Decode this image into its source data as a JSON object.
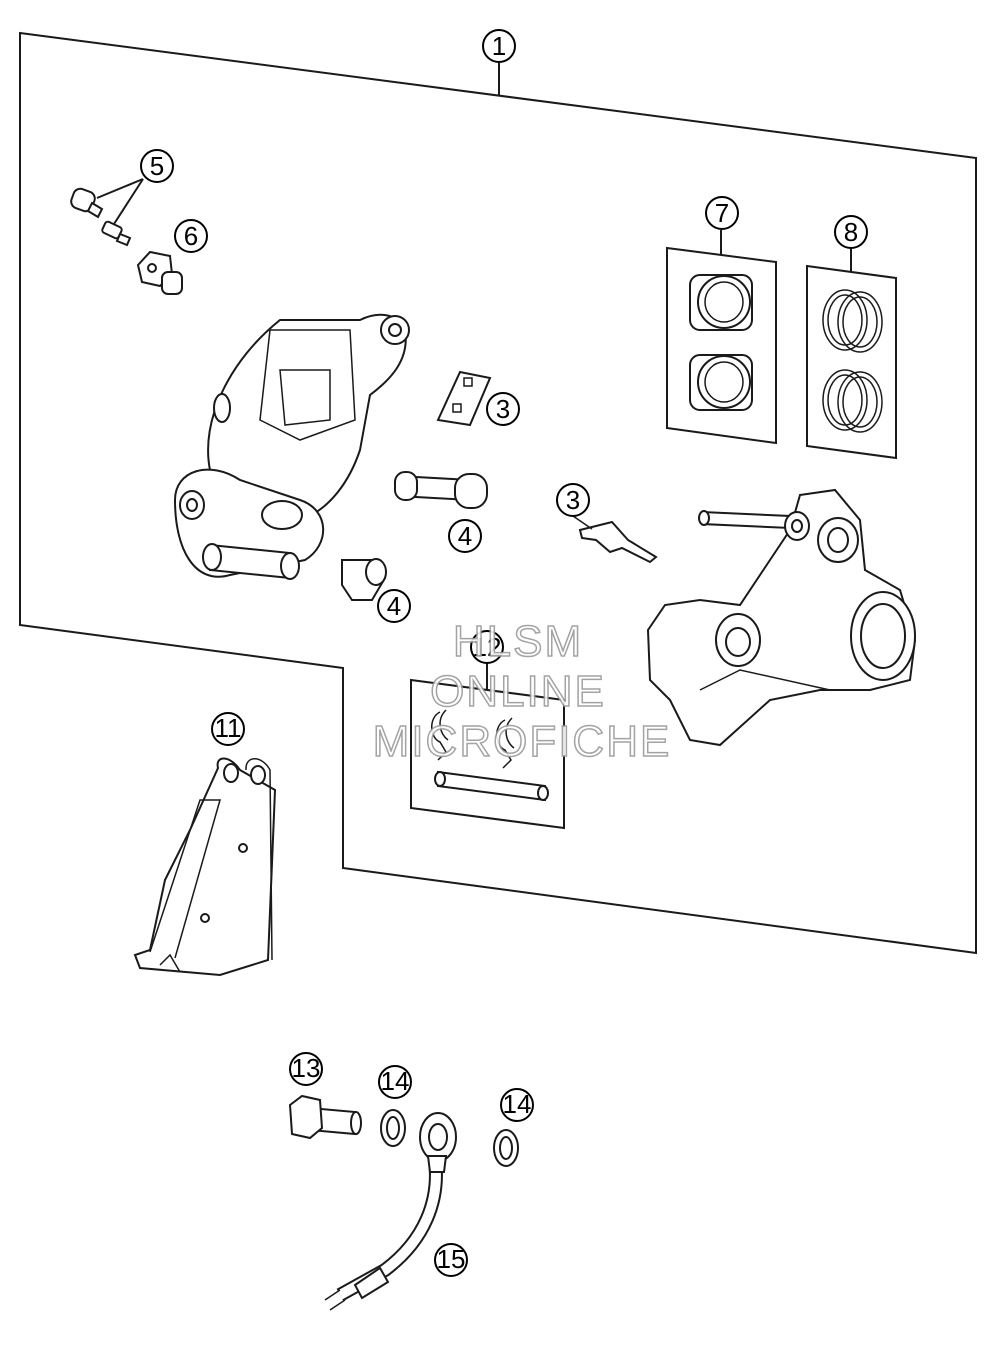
{
  "callouts": [
    "1",
    "5",
    "6",
    "3",
    "4",
    "3",
    "4",
    "7",
    "8",
    "12",
    "11",
    "13",
    "14",
    "14",
    "15"
  ],
  "watermark": {
    "line1": "HLSM",
    "line2": "ONLINE",
    "line3": "MICROFICHE"
  },
  "colors": {
    "line": "#1a1a1a",
    "background": "#ffffff",
    "watermark_stroke": "#9a9a9a"
  }
}
